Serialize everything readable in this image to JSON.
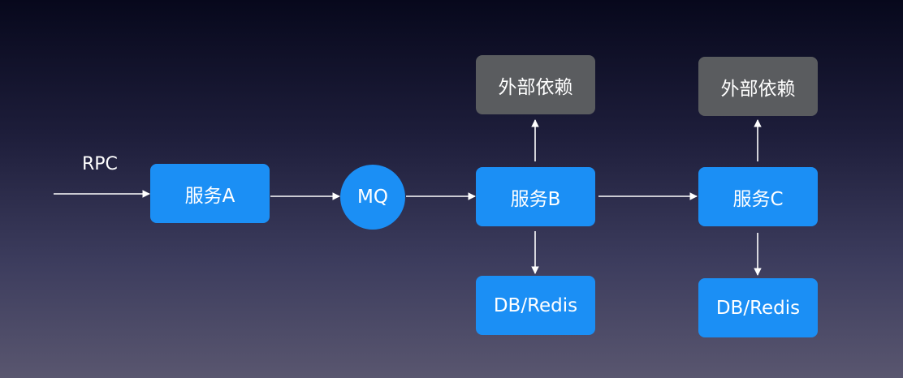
{
  "diagram": {
    "entry_label": "RPC",
    "service_a": "服务A",
    "mq": "MQ",
    "service_b": "服务B",
    "service_c": "服务C",
    "external_b": "外部依赖",
    "external_c": "外部依赖",
    "storage_b": "DB/Redis",
    "storage_c": "DB/Redis"
  },
  "colors": {
    "node_blue": "#1b8ff5",
    "external_gray": "#5a5c5f",
    "arrow_white": "#ffffff",
    "background_top": "#07081c",
    "background_bottom": "#59566f"
  }
}
